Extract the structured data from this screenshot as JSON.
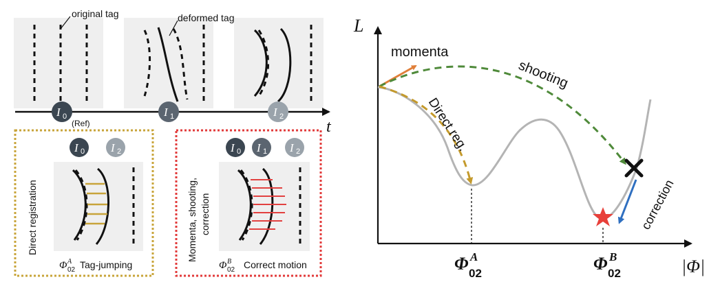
{
  "left": {
    "labels": {
      "original_tag": "original tag",
      "deformed_tag": "deformed tag",
      "ref": "(Ref)",
      "t": "t"
    },
    "circles": [
      {
        "base": "I",
        "sub": "0",
        "color": "#3b4651"
      },
      {
        "base": "I",
        "sub": "1",
        "color": "#5b6570"
      },
      {
        "base": "I",
        "sub": "2",
        "color": "#9aa3ab"
      }
    ],
    "box_a": {
      "side_label": "Direct registration",
      "caption_sym": "Φ",
      "caption_sub": "02",
      "caption_sup": "A",
      "caption_text": "Tag-jumping",
      "border_color": "#c8a43a",
      "link_color": "#c8a43a",
      "circles": [
        {
          "base": "I",
          "sub": "0"
        },
        {
          "base": "I",
          "sub": "2"
        }
      ]
    },
    "box_b": {
      "side_label_1": "Momenta, shooting,",
      "side_label_2": "correction",
      "caption_sym": "Φ",
      "caption_sub": "02",
      "caption_sup": "B",
      "caption_text": "Correct motion",
      "border_color": "#e23a3a",
      "link_color": "#e2403f",
      "circles": [
        {
          "base": "I",
          "sub": "0"
        },
        {
          "base": "I",
          "sub": "1"
        },
        {
          "base": "I",
          "sub": "2"
        }
      ]
    }
  },
  "right": {
    "y_axis": "L",
    "x_axis": "|Φ|",
    "momenta": "momenta",
    "shooting": "shooting",
    "direct_reg": "Direct reg.",
    "correction": "correction",
    "tick_a": {
      "sym": "Φ",
      "sub": "02",
      "sup": "A"
    },
    "tick_b": {
      "sym": "Φ",
      "sub": "02",
      "sup": "B"
    },
    "colors": {
      "curve": "#b4b4b4",
      "momenta_arrow": "#e07f3a",
      "shooting": "#4f8a3a",
      "direct_reg": "#c49a2c",
      "correction_arrow": "#2f6fc0",
      "star": "#e8403a"
    }
  }
}
